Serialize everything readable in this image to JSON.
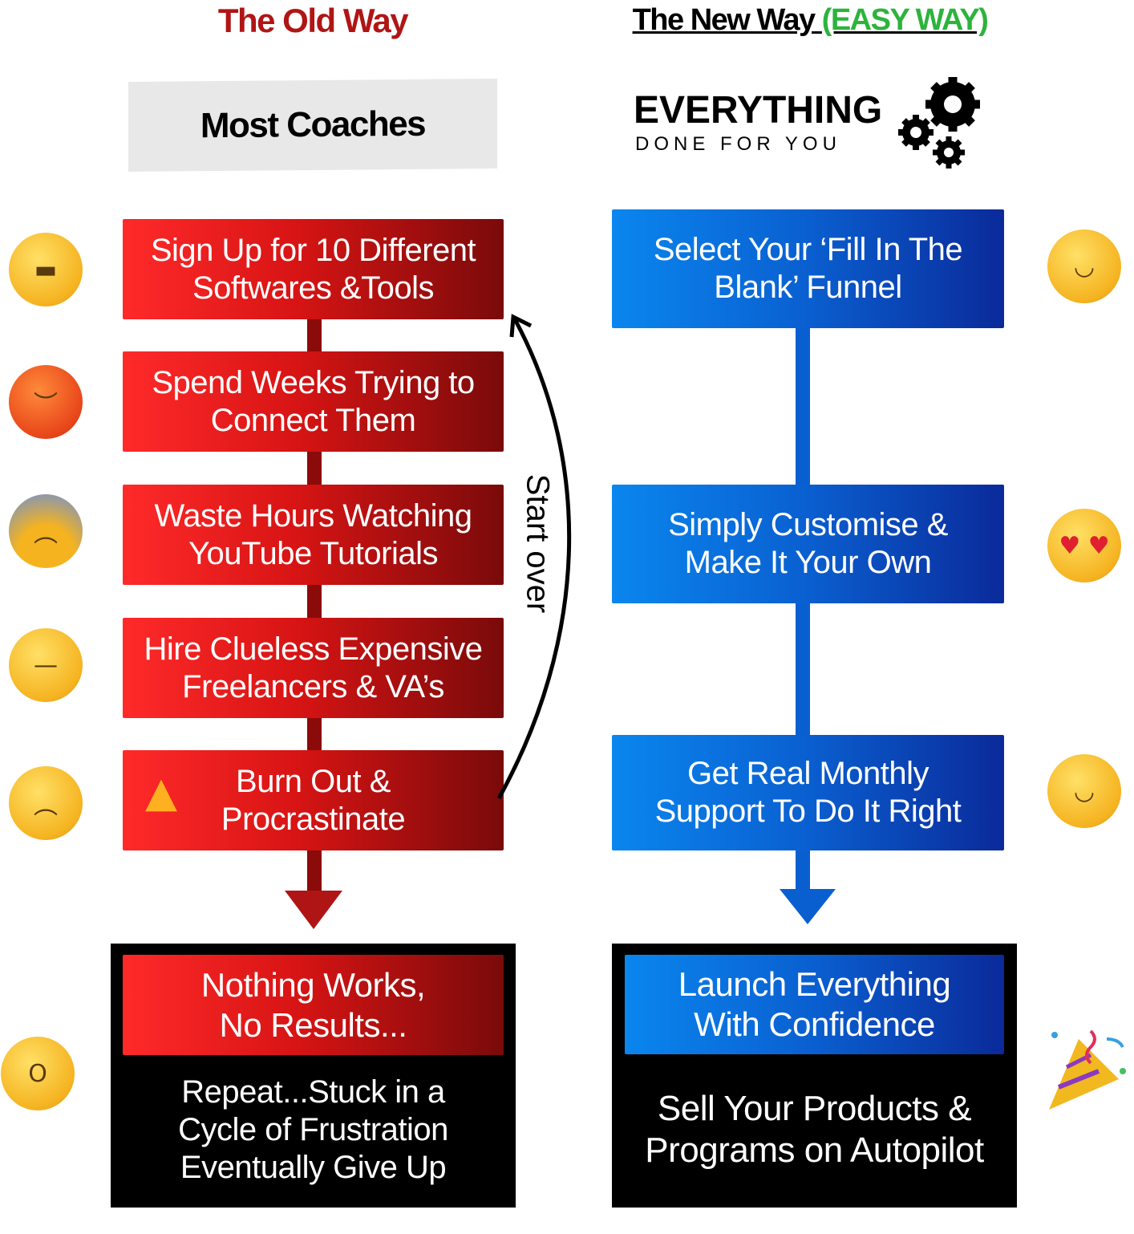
{
  "headers": {
    "old_way": "The Old Way",
    "new_way": "The New Way",
    "easy_way": "(EASY WAY)"
  },
  "left_label": "Most Coaches",
  "logo": {
    "main": "EVERYTHING",
    "sub": "DONE FOR YOU",
    "icon": "gears-icon"
  },
  "old_steps": [
    {
      "line1": "Sign Up for 10 Different",
      "line2": "Softwares &Tools",
      "emoji": "grimacing-face"
    },
    {
      "line1": "Spend Weeks Trying to",
      "line2": "Connect Them",
      "emoji": "angry-face"
    },
    {
      "line1": "Waste Hours Watching",
      "line2": "YouTube Tutorials",
      "emoji": "anxious-sweat-face"
    },
    {
      "line1": "Hire Clueless Expensive",
      "line2": "Freelancers & VA’s",
      "emoji": "raised-eyebrow-face"
    },
    {
      "line1": "Burn Out &",
      "line2": "Procrastinate",
      "emoji": "crying-face",
      "icon": "fire-icon"
    }
  ],
  "start_over": "Start over",
  "old_result": {
    "line1": "Nothing Works,",
    "line2": "No Results...",
    "emoji": "loudly-crying-face"
  },
  "old_outcome": [
    "Repeat...Stuck in a",
    "Cycle of Frustration",
    "Eventually Give Up"
  ],
  "new_steps": [
    {
      "line1": "Select Your ‘Fill In The",
      "line2": "Blank’ Funnel",
      "emoji": "smiling-face"
    },
    {
      "line1": "Simply Customise &",
      "line2": "Make It Your Own",
      "emoji": "heart-eyes-face"
    },
    {
      "line1": "Get Real Monthly",
      "line2": "Support To Do It Right",
      "emoji": "hugging-face"
    }
  ],
  "new_result": {
    "line1": "Launch Everything",
    "line2": "With Confidence",
    "emoji": "party-popper"
  },
  "new_outcome": [
    "Sell Your Products &",
    "Programs on Autopilot"
  ],
  "colors": {
    "red": "#d81414",
    "blue": "#0a5fd0",
    "green": "#2db33d",
    "dark_red": "#b01515"
  }
}
